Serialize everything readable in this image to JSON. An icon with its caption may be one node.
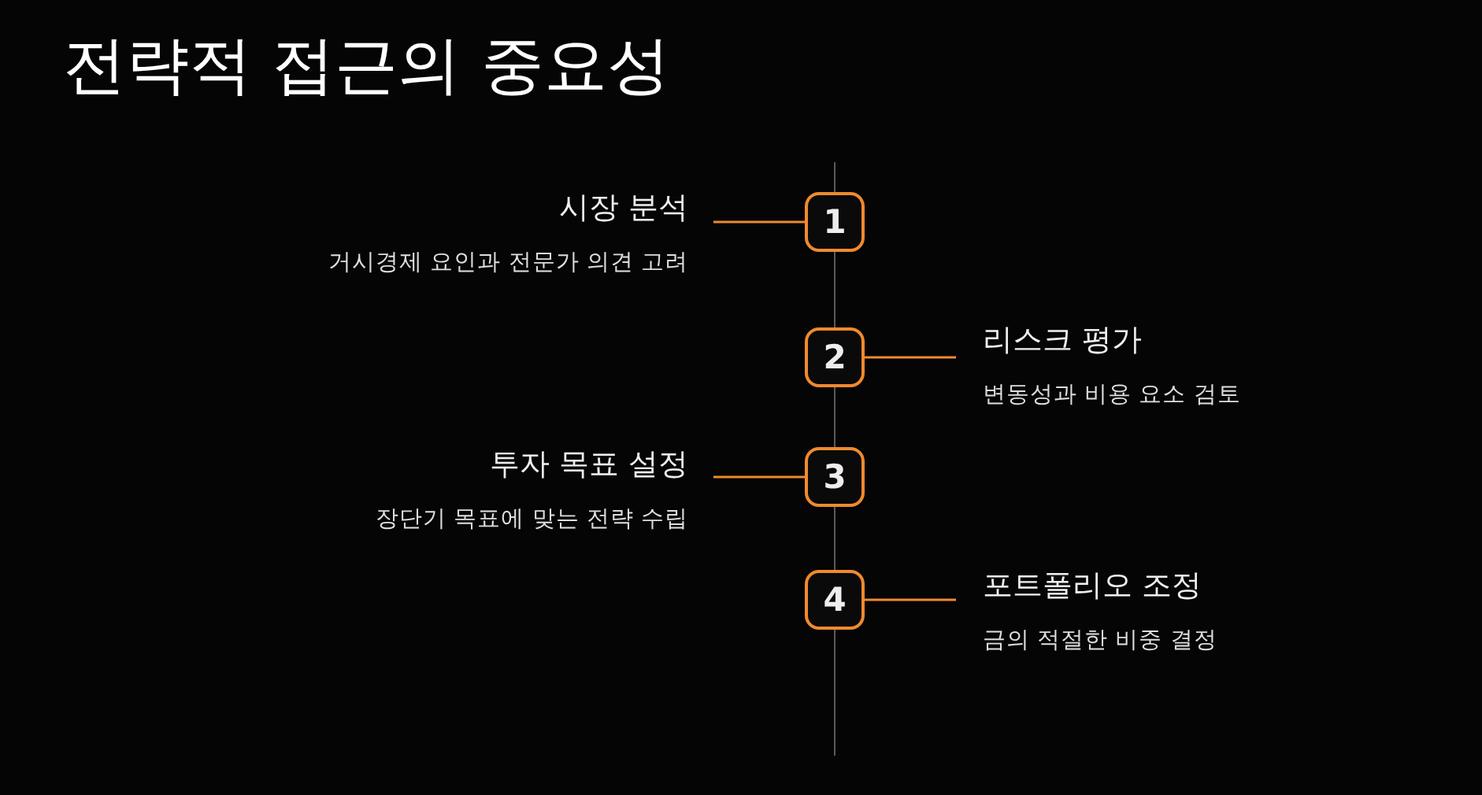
{
  "diagram": {
    "title": "전략적 접근의 중요성",
    "nodes": [
      {
        "text": [
          "시장 분석",
          "거시경제 요인과 전문가 의견 고려"
        ]
      },
      {
        "text": [
          "1"
        ]
      },
      {
        "text": [
          "2"
        ]
      },
      {
        "text": [
          "리스크 평가",
          "변동성과 비용 요소 검토"
        ]
      },
      {
        "text": [
          "투자 목표 설정",
          "장단기 목표에 맞는 전략 수립"
        ]
      },
      {
        "text": [
          "3"
        ]
      },
      {
        "text": [
          "4"
        ]
      },
      {
        "text": [
          "포트폴리오 조정",
          "금의 적절한 비중 결정"
        ]
      }
    ],
    "edges": [
      {
        "from": 1,
        "to": 0,
        "arrow": "none"
      },
      {
        "from": 2,
        "to": 3,
        "arrow": "none"
      },
      {
        "from": 5,
        "to": 4,
        "arrow": "none"
      },
      {
        "from": 6,
        "to": 7,
        "arrow": "none"
      }
    ]
  }
}
